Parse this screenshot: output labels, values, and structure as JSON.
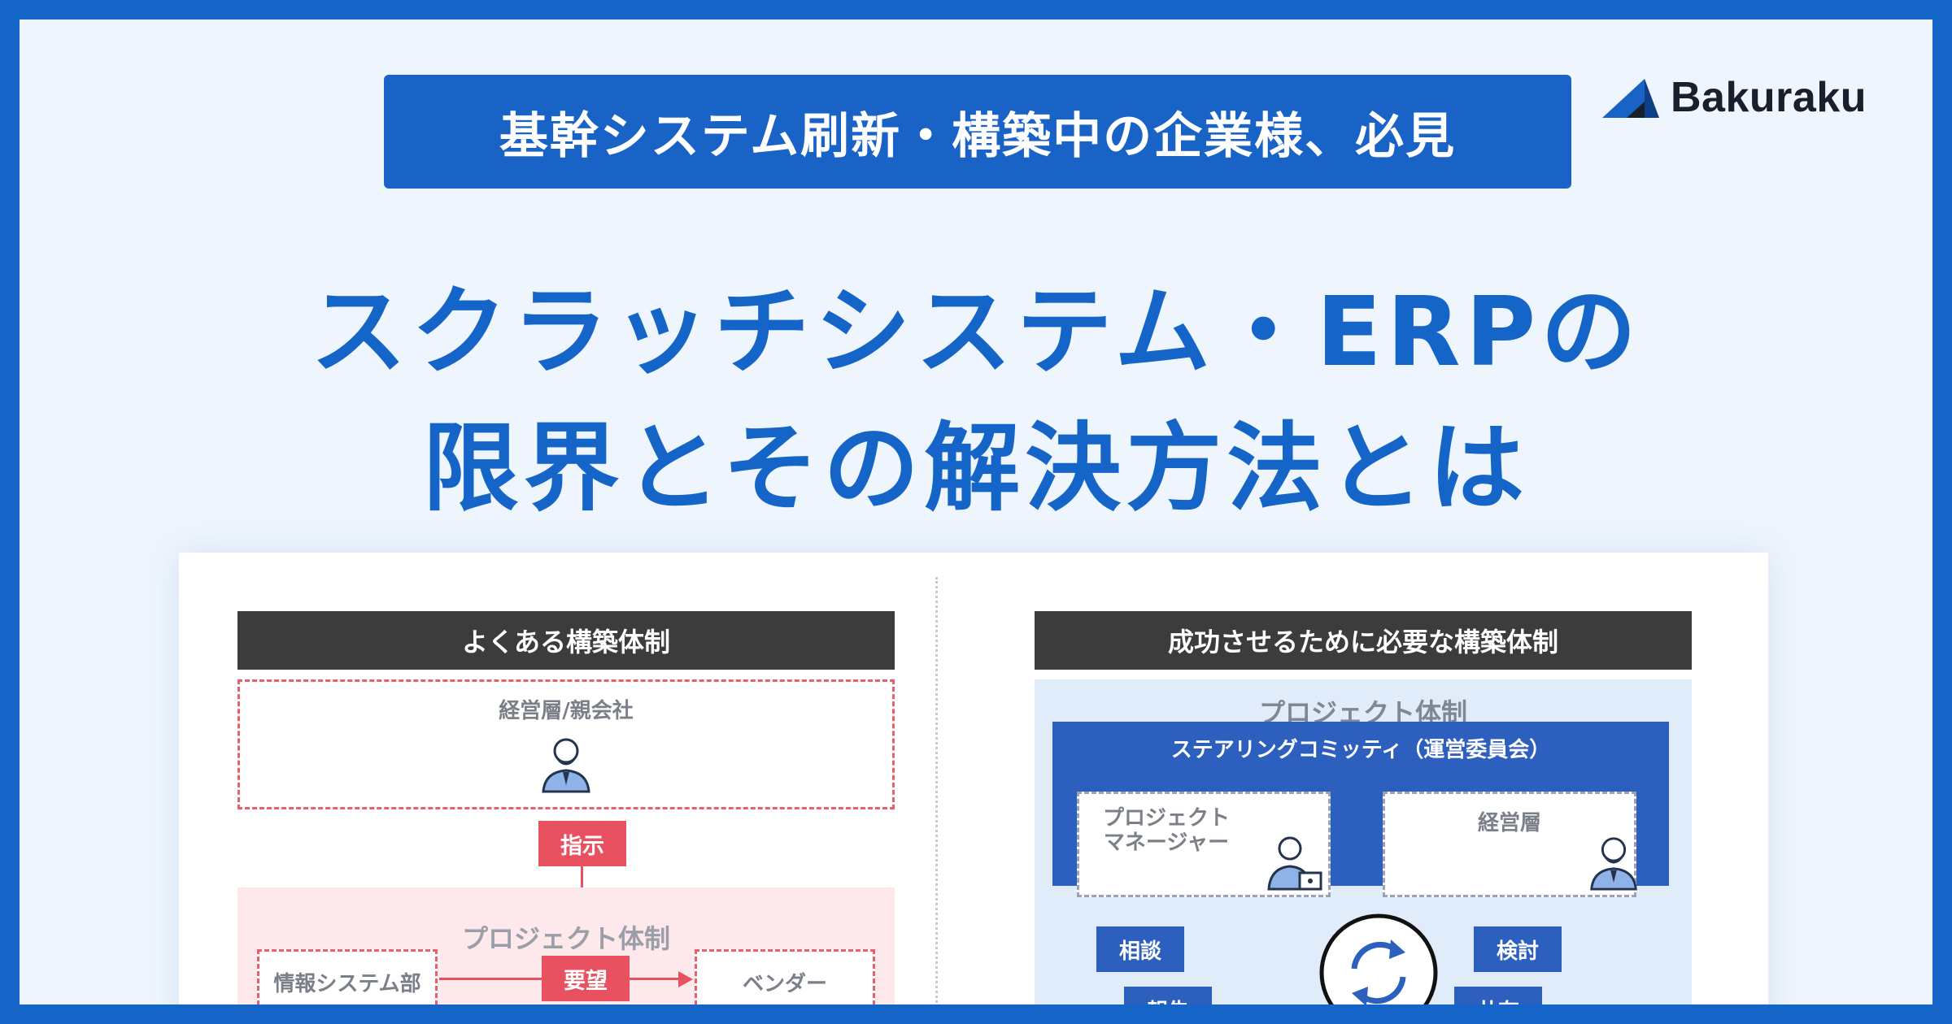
{
  "brand": {
    "name": "Bakuraku"
  },
  "badge": "基幹システム刷新・構築中の企業様、必見",
  "title": {
    "line1": "スクラッチシステム・ERPの",
    "line2": "限界とその解決方法とは"
  },
  "left": {
    "header": "よくある構築体制",
    "management": "経営層/親会社",
    "instruction": "指示",
    "project_label": "プロジェクト体制",
    "it_dept": "情報システム部",
    "request": "要望",
    "vendor": "ベンダー"
  },
  "right": {
    "header": "成功させるために必要な構築体制",
    "project_label": "プロジェクト体制",
    "steering": "ステアリングコミッティ（運営委員会）",
    "pm_line1": "プロジェクト",
    "pm_line2": "マネージャー",
    "management": "経営層",
    "consult": "相談",
    "review": "検討",
    "report": "報告",
    "share": "共有"
  },
  "colors": {
    "primary": "#1565c8",
    "alert": "#e8515f",
    "dark": "#3c3c3c"
  }
}
